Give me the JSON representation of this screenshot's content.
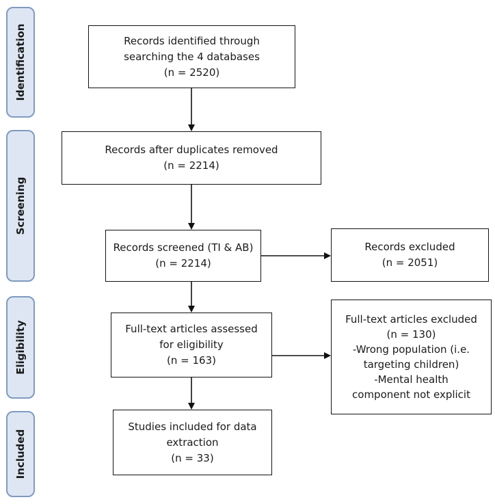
{
  "phases": [
    {
      "label": "Identification"
    },
    {
      "label": "Screening"
    },
    {
      "label": "Eligibility"
    },
    {
      "label": "Included"
    }
  ],
  "boxes": {
    "identified": {
      "lines": [
        "Records identified through",
        "searching the 4 databases",
        "(n =  2520)"
      ]
    },
    "deduplicated": {
      "lines": [
        "Records after duplicates removed",
        "(n = 2214)"
      ]
    },
    "screened": {
      "lines": [
        "Records screened (TI & AB)",
        "(n =  2214)"
      ]
    },
    "excluded_records": {
      "lines": [
        "Records excluded",
        "(n = 2051)"
      ]
    },
    "fulltext_assessed": {
      "lines": [
        "Full-text articles assessed",
        "for eligibility",
        "(n =   163)"
      ]
    },
    "fulltext_excluded": {
      "lines": [
        "Full-text articles excluded",
        "(n =  130)",
        "-Wrong population (i.e.",
        "targeting children)",
        "-Mental health",
        "component not explicit"
      ]
    },
    "included": {
      "lines": [
        "Studies included for data",
        "extraction",
        "(n = 33)"
      ]
    }
  },
  "colors": {
    "phase_fill": "#dde6f2",
    "phase_border": "#7f9ac1",
    "box_border": "#111111",
    "arrow": "#111111"
  }
}
